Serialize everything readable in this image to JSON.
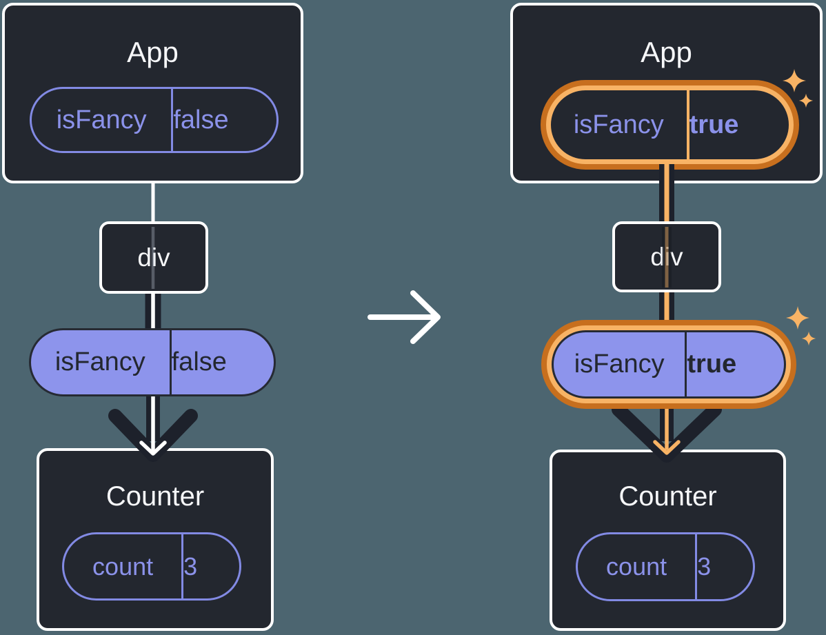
{
  "diagram": {
    "before": {
      "app": {
        "title": "App",
        "prop_name": "isFancy",
        "prop_value": "false"
      },
      "div_label": "div",
      "passed_prop": {
        "name": "isFancy",
        "value": "false"
      },
      "counter": {
        "title": "Counter",
        "state_name": "count",
        "state_value": "3"
      }
    },
    "after": {
      "app": {
        "title": "App",
        "prop_name": "isFancy",
        "prop_value": "true"
      },
      "div_label": "div",
      "passed_prop": {
        "name": "isFancy",
        "value": "true"
      },
      "counter": {
        "title": "Counter",
        "state_name": "count",
        "state_value": "3"
      }
    },
    "icons": {
      "transition_arrow": "right-arrow-icon",
      "sparkles": "sparkle-icon",
      "flow_arrowhead": "arrow-down-icon"
    },
    "colors": {
      "background": "#4c6570",
      "component_box": "#23272f",
      "box_border": "#ffffff",
      "purple_outline": "#828ae4",
      "purple_text": "#8b92ea",
      "purple_fill": "#8d94ec",
      "dark_line": "#1d212b",
      "highlight_orange": "#f8b365",
      "highlight_orange_dark": "#c76f1e",
      "arrow_white": "#ffffff"
    }
  }
}
